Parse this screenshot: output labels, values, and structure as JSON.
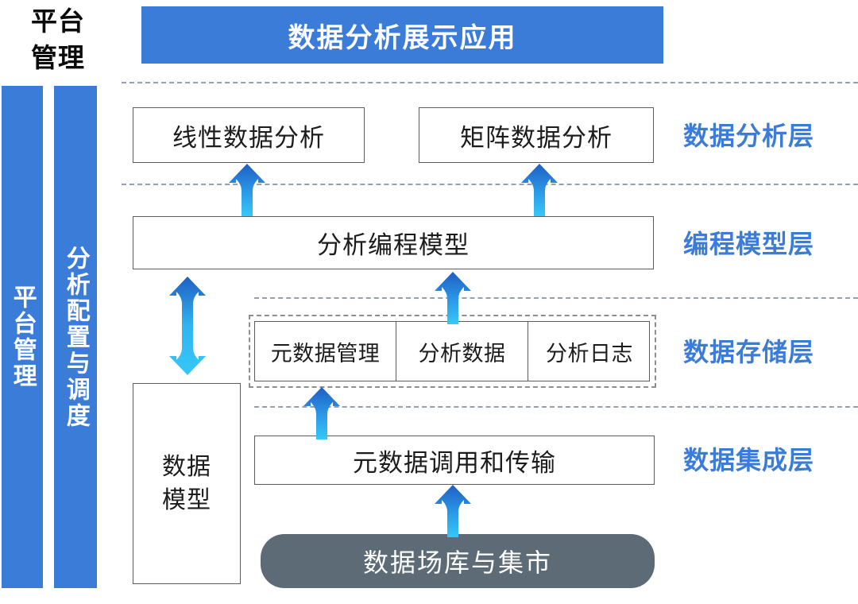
{
  "diagram": {
    "title_corner": "平台\n管理",
    "banner": {
      "label": "数据分析展示应用"
    },
    "side_bars": [
      {
        "label": "平台管理"
      },
      {
        "label": "分析配置与调度"
      }
    ],
    "layer_labels": [
      {
        "label": "数据分析层"
      },
      {
        "label": "编程模型层"
      },
      {
        "label": "数据存储层"
      },
      {
        "label": "数据集成层"
      }
    ],
    "analysis_layer": {
      "boxes": [
        {
          "label": "线性数据分析"
        },
        {
          "label": "矩阵数据分析"
        }
      ]
    },
    "programming_layer": {
      "box": {
        "label": "分析编程模型"
      }
    },
    "storage_layer": {
      "cells": [
        {
          "label": "元数据管理"
        },
        {
          "label": "分析数据"
        },
        {
          "label": "分析日志"
        }
      ]
    },
    "integration_layer": {
      "transport_box": {
        "label": "元数据调用和传输"
      },
      "source_pill": {
        "label": "数据场库与集市"
      }
    },
    "data_model_box": {
      "label": "数据\n模型"
    },
    "arrows": [
      {
        "name": "arrow-up-linear",
        "direction": "up"
      },
      {
        "name": "arrow-up-matrix",
        "direction": "up"
      },
      {
        "name": "arrow-up-storage-to-model",
        "direction": "up"
      },
      {
        "name": "arrow-up-transport-to-storage",
        "direction": "up"
      },
      {
        "name": "arrow-up-source-to-transport",
        "direction": "up"
      },
      {
        "name": "arrow-bidirectional-datamodel",
        "direction": "both"
      }
    ],
    "colors": {
      "brand_blue": "#3b7cd8",
      "arrow_top": "#1f5fc4",
      "arrow_bottom": "#35c8f7",
      "pill_grey": "#5d6b76",
      "box_border": "#5c5c5c",
      "dash_grey": "#93a0ae",
      "text_dark": "#1c1c1c"
    }
  }
}
